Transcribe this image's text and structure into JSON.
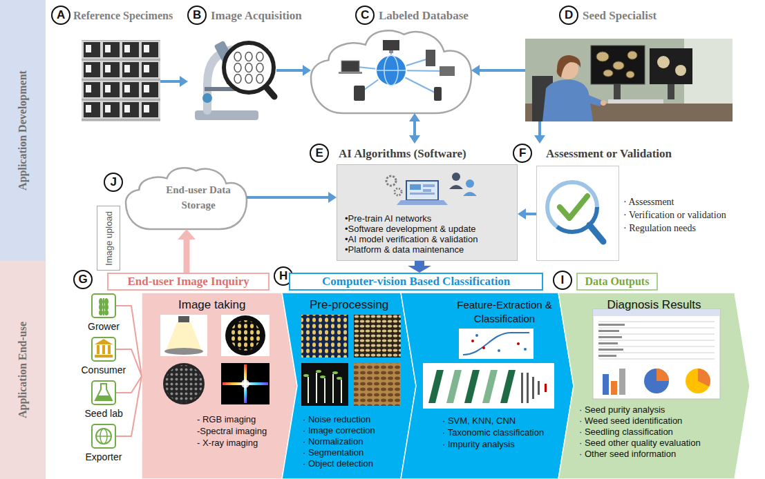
{
  "diagram": {
    "nodes": [
      {
        "text": [
          "Application Development"
        ]
      },
      {
        "text": [
          "Application End-use"
        ]
      },
      {
        "text": [
          "A"
        ]
      },
      {
        "text": [
          "Reference Specimens"
        ]
      },
      {
        "text": [
          "B"
        ]
      },
      {
        "text": [
          "Image Acquisition"
        ]
      },
      {
        "text": [
          "C"
        ]
      },
      {
        "text": [
          "Labeled Database"
        ]
      },
      {
        "text": [
          "D"
        ]
      },
      {
        "text": [
          "Seed Specialist"
        ]
      },
      {
        "text": [
          "E"
        ]
      },
      {
        "text": [
          "AI Algorithms (Software)",
          "•Pre-train AI networks",
          "•Software development & update",
          "•AI model verification & validation",
          "•Platform & data maintenance"
        ]
      },
      {
        "text": [
          "F"
        ]
      },
      {
        "text": [
          "Assessment or Validation"
        ]
      },
      {
        "text": [
          "J"
        ]
      },
      {
        "text": [
          "End-user Data Storage"
        ]
      },
      {
        "text": [
          "Image upload"
        ]
      },
      {
        "text": [
          "G"
        ]
      },
      {
        "text": [
          "End-user Image Inquiry"
        ]
      },
      {
        "text": [
          "H"
        ]
      },
      {
        "text": [
          "Computer-vision Based Classification"
        ]
      },
      {
        "text": [
          "I"
        ]
      },
      {
        "text": [
          "Data Outputs"
        ]
      },
      {
        "text": [
          "Grower"
        ]
      },
      {
        "text": [
          "Consumer"
        ]
      },
      {
        "text": [
          "Seed lab"
        ]
      },
      {
        "text": [
          "Exporter"
        ]
      },
      {
        "text": [
          "Image taking",
          "- RGB imaging",
          "-Spectral imaging",
          "- X-ray imaging"
        ]
      },
      {
        "text": [
          "Pre-processing",
          "· Noise reduction",
          "· Image correction",
          "· Normalization",
          "· Segmentation",
          "· Object detection"
        ]
      },
      {
        "text": [
          "Feature-Extraction & Classification",
          "· SVM, KNN, CNN",
          "· Taxonomic classification",
          "· Impurity analysis"
        ]
      },
      {
        "text": [
          "Diagnosis Results",
          "· Seed purity analysis",
          "· Weed seed identification",
          "· Seedling classification",
          "· Seed other quality evaluation",
          "· Other seed information"
        ]
      }
    ],
    "edges": [
      {
        "from": 3,
        "to": 5,
        "arrow": "to"
      },
      {
        "from": 5,
        "to": 7,
        "arrow": "to"
      },
      {
        "from": 9,
        "to": 7,
        "arrow": "to"
      },
      {
        "from": 7,
        "to": 11,
        "arrow": "both"
      },
      {
        "from": 9,
        "to": 13,
        "arrow": "to"
      },
      {
        "from": 13,
        "to": 11,
        "arrow": "to"
      },
      {
        "from": 15,
        "to": 11,
        "arrow": "to"
      },
      {
        "from": 18,
        "to": 15,
        "arrow": "to"
      },
      {
        "from": 11,
        "to": 20,
        "arrow": "to"
      },
      {
        "from": 23,
        "to": 27,
        "arrow": "none"
      },
      {
        "from": 24,
        "to": 27,
        "arrow": "none"
      },
      {
        "from": 25,
        "to": 27,
        "arrow": "none"
      },
      {
        "from": 26,
        "to": 27,
        "arrow": "none"
      }
    ],
    "labels": [
      "· Assessment",
      "· Verification or validation",
      "· Regulation needs"
    ]
  }
}
